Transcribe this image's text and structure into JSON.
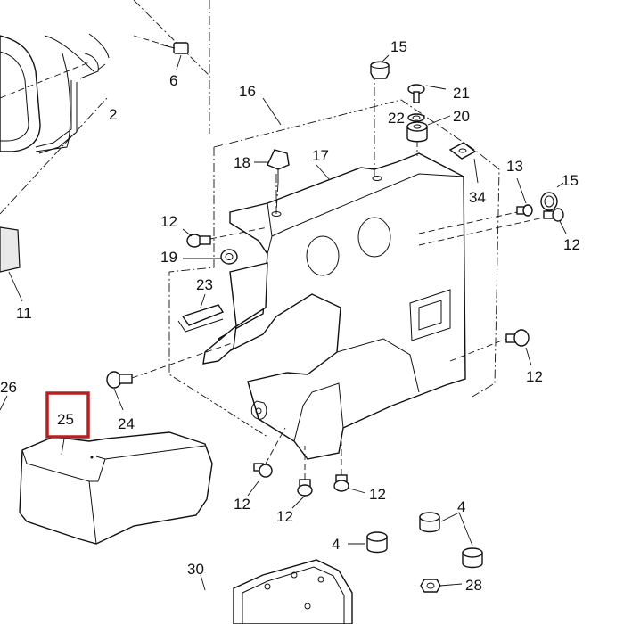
{
  "labels": {
    "l2": "2",
    "l4a": "4",
    "l4b": "4",
    "l6": "6",
    "l11": "11",
    "l12a": "12",
    "l12b": "12",
    "l12c": "12",
    "l12d": "12",
    "l12e": "12",
    "l12f": "12",
    "l13": "13",
    "l15a": "15",
    "l15b": "15",
    "l16": "16",
    "l17": "17",
    "l18": "18",
    "l19": "19",
    "l20": "20",
    "l21": "21",
    "l22": "22",
    "l23": "23",
    "l24": "24",
    "l25": "25",
    "l26": "26",
    "l28": "28",
    "l30": "30",
    "l34": "34"
  },
  "highlight": {
    "part": "25",
    "color": "#b22222"
  }
}
